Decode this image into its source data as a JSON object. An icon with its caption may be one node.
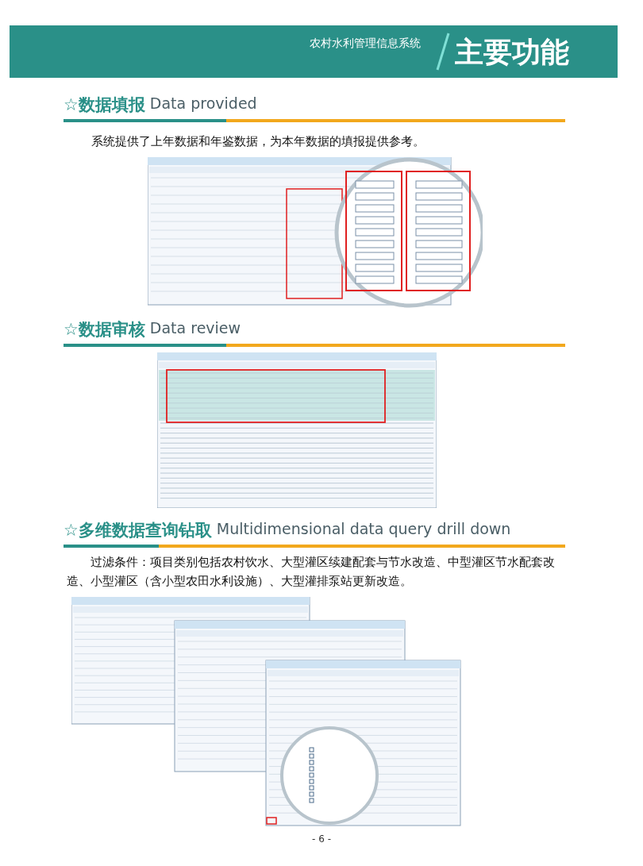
{
  "diagram": {
    "title": "主要功能",
    "nodes": [
      {
        "text": [],
        "shape": "picture"
      },
      {
        "text": [],
        "shape": "picture"
      },
      {
        "text": [],
        "shape": "picture"
      }
    ],
    "labels": [
      "农村水利管理信息系统",
      "☆数据填报",
      "Data provided",
      "系统提供了上年数据和年鉴数据，为本年数据的填报提供参考。",
      "☆数据审核",
      "Data review",
      "☆多维数据查询钻取",
      "Multidimensional data query drill down",
      "过滤条件：项目类别包括农村饮水、大型灌区续建配套与节水改造、中型灌区节水配套改造、小型灌区（含小型农田水利设施）、大型灌排泵站更新改造。",
      "- 6 -"
    ]
  }
}
